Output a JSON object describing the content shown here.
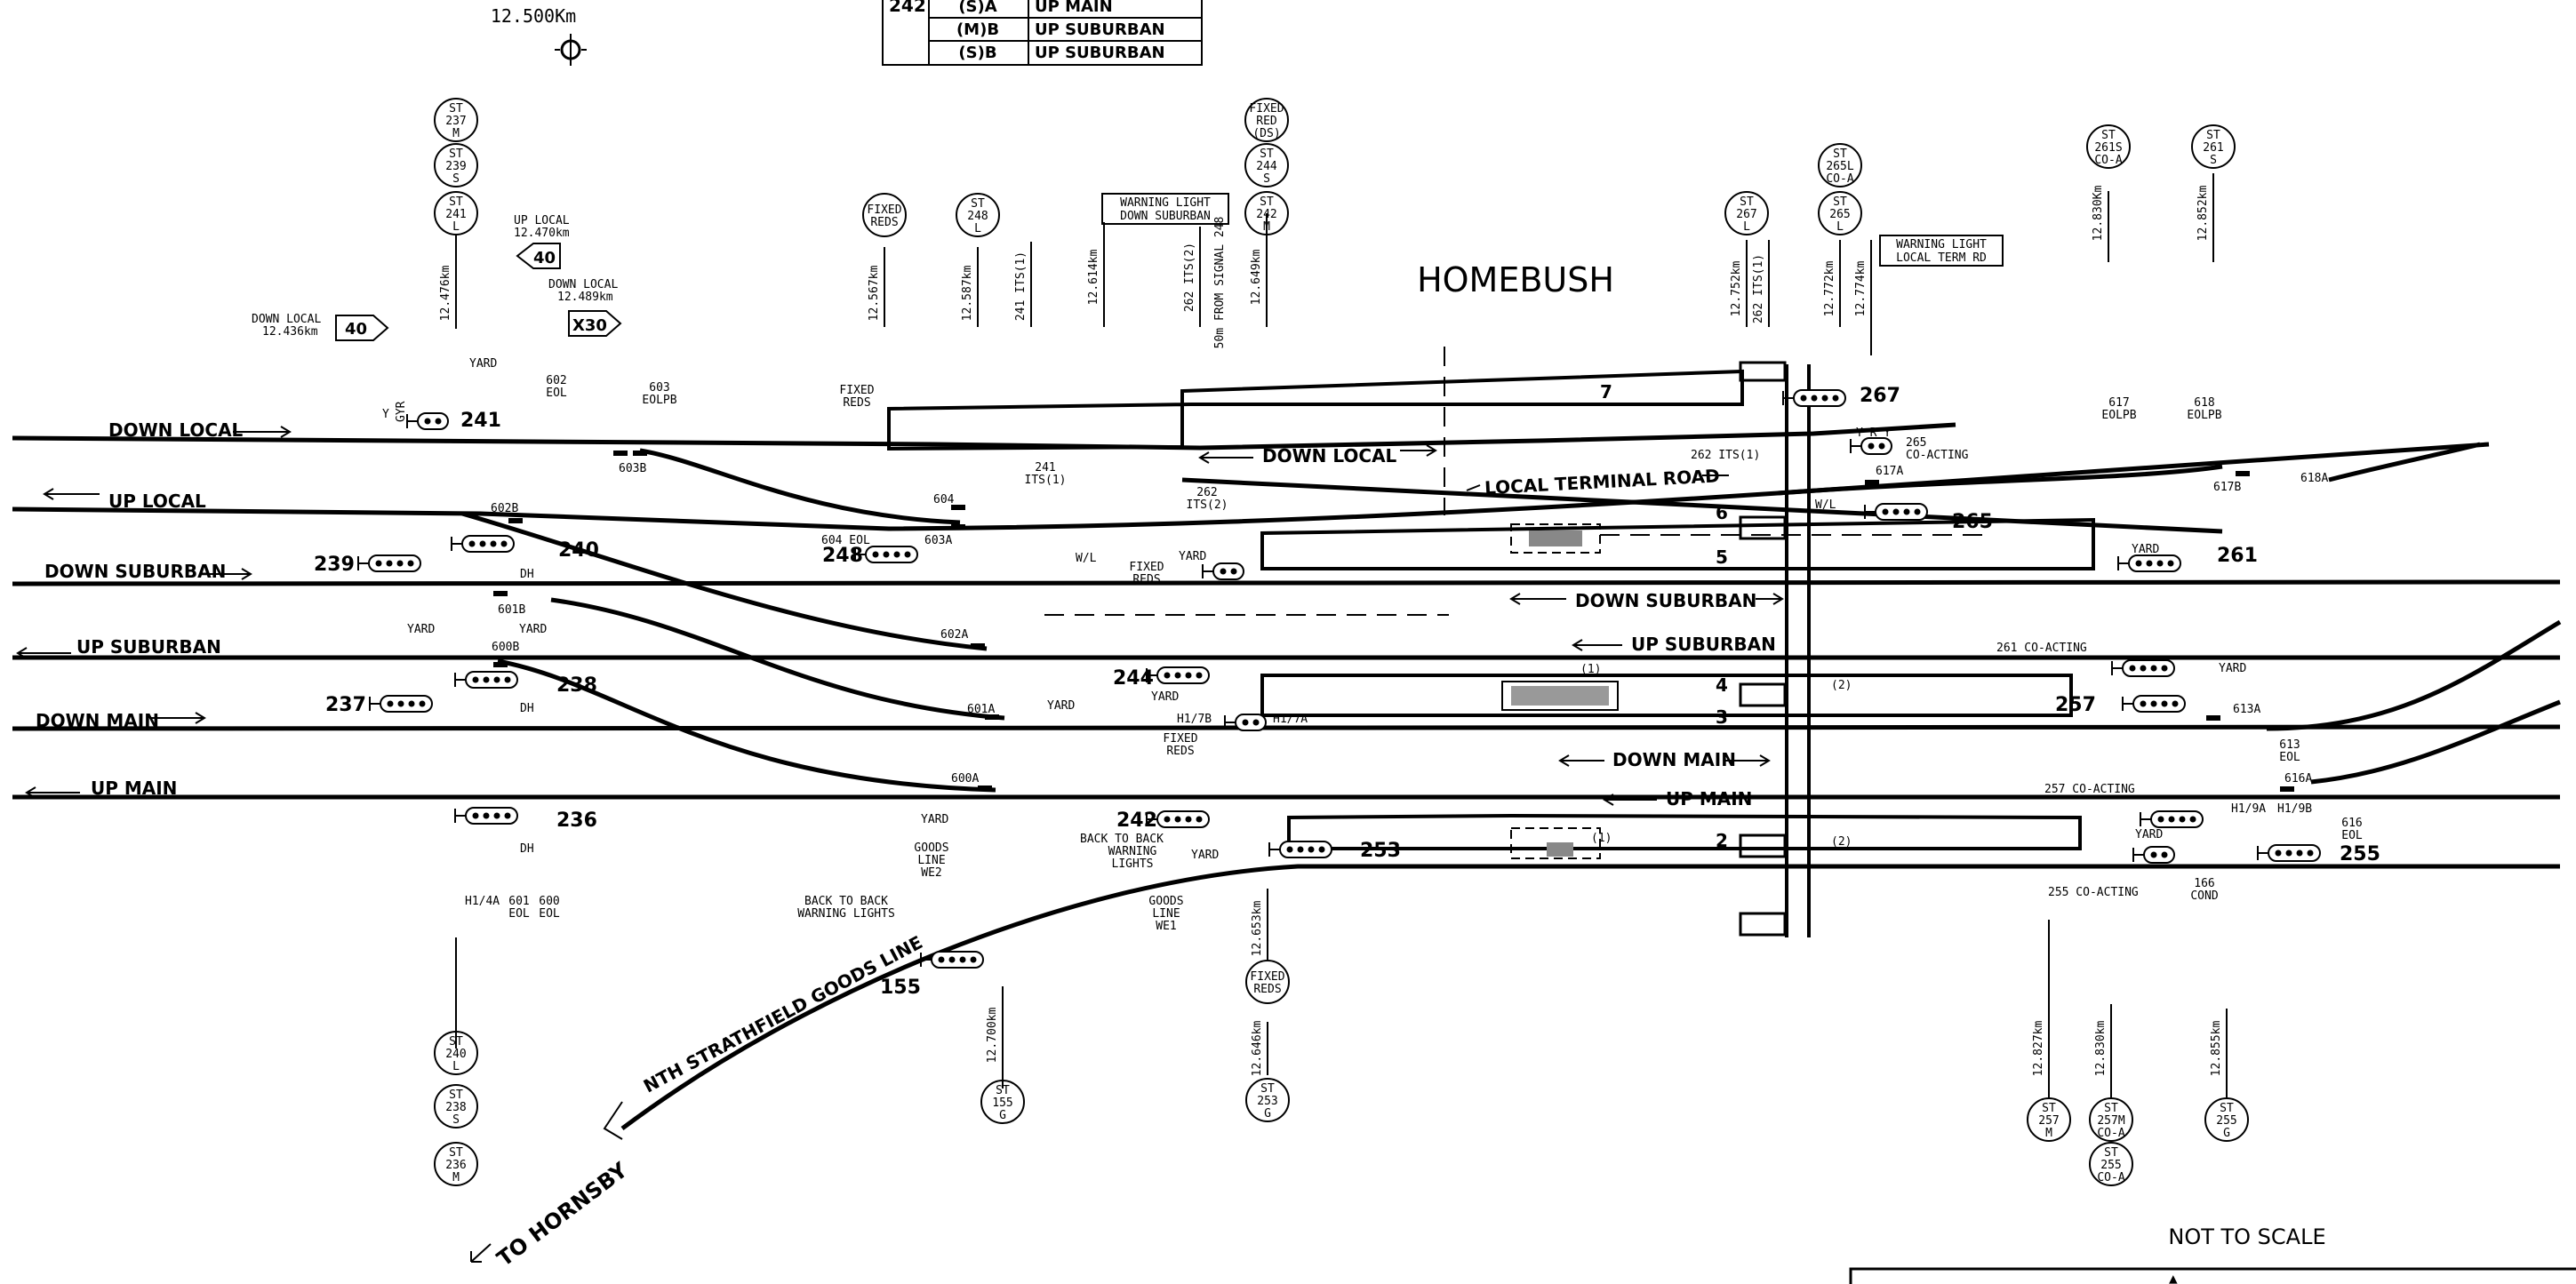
{
  "station": "HOMEBUSH",
  "note": "NOT TO SCALE",
  "chainage_top": "12.500Km",
  "table_rows": [
    {
      "sig": "242",
      "code": "(S)A",
      "line": "UP MAIN"
    },
    {
      "sig": "",
      "code": "(M)B",
      "line": "UP SUBURBAN"
    },
    {
      "sig": "",
      "code": "(S)B",
      "line": "UP SUBURBAN"
    }
  ],
  "track_labels": {
    "down_local_left": "DOWN LOCAL",
    "up_local": "UP LOCAL",
    "down_suburban_left": "DOWN SUBURBAN",
    "up_suburban_left": "UP SUBURBAN",
    "down_main_left": "DOWN MAIN",
    "up_main_left": "UP MAIN",
    "down_local_mid": "DOWN LOCAL",
    "local_terminal_road": "LOCAL TERMINAL ROAD",
    "down_suburban_mid": "DOWN SUBURBAN",
    "up_suburban_mid": "UP SUBURBAN",
    "down_main_mid": "DOWN MAIN",
    "up_main_mid": "UP MAIN",
    "goods_line": "NTH STRATHFIELD GOODS LINE",
    "to_hornsby": "TO HORNSBY"
  },
  "platforms": [
    "7",
    "6",
    "5",
    "4",
    "3",
    "2"
  ],
  "signals": {
    "s241": "241",
    "s240": "240",
    "s239": "239",
    "s238": "238",
    "s237": "237",
    "s236": "236",
    "s248": "248",
    "s244": "244",
    "s242": "242",
    "s253": "253",
    "s155": "155",
    "s267": "267",
    "s265": "265",
    "s261": "261",
    "s257": "257",
    "s255": "255"
  },
  "speed_boards": {
    "up_local": "UP LOCAL",
    "up_local_km": "12.470km",
    "up_local_speed": "40",
    "down_local": "DOWN LOCAL",
    "down_local_km": "12.489km",
    "down_local_speed": "X30",
    "down_local2": "DOWN LOCAL",
    "down_local2_km": "12.436km",
    "down_local2_speed": "40"
  },
  "circles_top": [
    {
      "lines": [
        "ST",
        "237",
        "M"
      ]
    },
    {
      "lines": [
        "ST",
        "239",
        "S"
      ]
    },
    {
      "lines": [
        "ST",
        "241",
        "L"
      ]
    },
    {
      "lines": [
        "FIXED",
        "REDS"
      ]
    },
    {
      "lines": [
        "ST",
        "248",
        "L"
      ]
    },
    {
      "lines": [
        "FIXED",
        "RED",
        "(DS)"
      ]
    },
    {
      "lines": [
        "ST",
        "244",
        "S"
      ]
    },
    {
      "lines": [
        "ST",
        "242",
        "M"
      ]
    },
    {
      "lines": [
        "ST",
        "267",
        "L"
      ]
    },
    {
      "lines": [
        "ST",
        "265L",
        "CO-A"
      ]
    },
    {
      "lines": [
        "ST",
        "265",
        "L"
      ]
    },
    {
      "lines": [
        "ST",
        "261S",
        "CO-A"
      ]
    },
    {
      "lines": [
        "ST",
        "261",
        "S"
      ]
    }
  ],
  "circles_bottom": [
    {
      "lines": [
        "ST",
        "240",
        "L"
      ]
    },
    {
      "lines": [
        "ST",
        "238",
        "S"
      ]
    },
    {
      "lines": [
        "ST",
        "236",
        "M"
      ]
    },
    {
      "lines": [
        "FIXED",
        "REDS"
      ]
    },
    {
      "lines": [
        "ST",
        "155",
        "G"
      ]
    },
    {
      "lines": [
        "ST",
        "253",
        "G"
      ]
    },
    {
      "lines": [
        "ST",
        "257",
        "M"
      ]
    },
    {
      "lines": [
        "ST",
        "257M",
        "CO-A"
      ]
    },
    {
      "lines": [
        "ST",
        "255",
        "CO-A"
      ]
    },
    {
      "lines": [
        "ST",
        "255",
        "G"
      ]
    }
  ],
  "chainages_top": [
    "12.476km",
    "12.567km",
    "12.587km",
    "241 ITS(1)",
    "12.614km",
    "262 ITS(2)",
    "50m FROM SIGNAL 248",
    "12.649km",
    "12.752km",
    "262 ITS(1)",
    "12.772km",
    "12.774km",
    "12.830Km",
    "12.852km"
  ],
  "chainages_bottom": [
    "12.700km",
    "12.653km",
    "12.646km",
    "12.827km",
    "12.830km",
    "12.855km"
  ],
  "warning_boxes": {
    "down_suburban": [
      "WARNING LIGHT",
      "DOWN SUBURBAN"
    ],
    "local_term": [
      "WARNING LIGHT",
      "LOCAL TERM RD"
    ]
  },
  "labels": {
    "yard": "YARD",
    "gyr": "GYR",
    "y": "Y",
    "e602": [
      "602",
      "EOL"
    ],
    "e603": [
      "603",
      "EOLPB"
    ],
    "b603": "603B",
    "fixed_reds_1": [
      "FIXED",
      "REDS"
    ],
    "its241": [
      "241",
      "ITS(1)"
    ],
    "its262": [
      "262",
      "ITS(2)"
    ],
    "p604": "604",
    "p604eol": "604 EOL",
    "p603a": "603A",
    "wl": "W/L",
    "fixed_reds_2": [
      "FIXED",
      "REDS"
    ],
    "p602b": "602B",
    "p601b": "601B",
    "p600b": "600B",
    "p602a": "602A",
    "p601a": "601A",
    "p600a": "600A",
    "dh": "DH",
    "h14a": "H1/4A",
    "e601": [
      "601",
      "EOL"
    ],
    "e600": [
      "600",
      "EOL"
    ],
    "h17b": "H1/7B",
    "h17a": "H1/7A",
    "fixed_reds_3": [
      "FIXED",
      "REDS"
    ],
    "goods_we2": [
      "GOODS",
      "LINE",
      "WE2"
    ],
    "btb1": [
      "BACK TO BACK",
      "WARNING LIGHTS"
    ],
    "btb2": [
      "BACK TO BACK",
      "WARNING",
      "LIGHTS"
    ],
    "goods_we1": [
      "GOODS",
      "LINE",
      "WE1"
    ],
    "its262_1": "262 ITS(1)",
    "e617": [
      "617",
      "EOLPB"
    ],
    "e618": [
      "618",
      "EOLPB"
    ],
    "yry": "Y R Y",
    "co265": [
      "265",
      "CO-ACTING"
    ],
    "p617a": "617A",
    "p617b": "617B",
    "p618a": "618A",
    "wl2": "W/L",
    "co261": "261 CO-ACTING",
    "p613a": "613A",
    "e613": [
      "613",
      "EOL"
    ],
    "p616a": "616A",
    "co257": "257 CO-ACTING",
    "h19a": "H1/9A",
    "h19b": "H1/9B",
    "e616": [
      "616",
      "EOL"
    ],
    "co255": "255 CO-ACTING",
    "cond166": [
      "166",
      "COND"
    ],
    "loud1": "(1)",
    "loud2": "(2)",
    "loud3": "(2)",
    "loud4": "(1)"
  }
}
